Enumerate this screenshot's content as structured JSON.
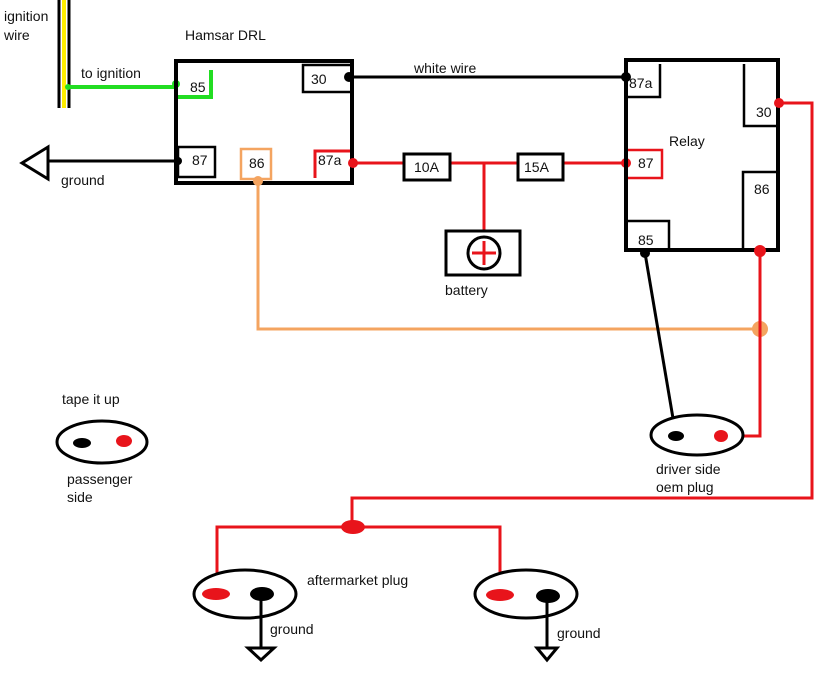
{
  "labels": {
    "ignition_wire_line1": "ignition",
    "ignition_wire_line2": "wire",
    "to_ignition": "to ignition",
    "hamsar_drl": "Hamsar DRL",
    "white_wire": "white wire",
    "ground_left": "ground",
    "relay": "Relay",
    "battery": "battery",
    "tape_it_up": "tape it up",
    "passenger_line1": "passenger",
    "passenger_line2": "side",
    "driver_line1": "driver side",
    "driver_line2": "oem plug",
    "aftermarket_plug": "aftermarket plug",
    "ground_plug1": "ground",
    "ground_plug2": "ground"
  },
  "drl_pins": {
    "p85": "85",
    "p30": "30",
    "p87": "87",
    "p86": "86",
    "p87a": "87a"
  },
  "relay_pins": {
    "p87a": "87a",
    "p30": "30",
    "p87": "87",
    "p86": "86",
    "p85": "85"
  },
  "fuses": {
    "fuse1": "10A",
    "fuse2": "15A"
  },
  "colors": {
    "red": "#e8141b",
    "black": "#000000",
    "green": "#22dd22",
    "orange": "#f4a460",
    "yellow": "#ffee00"
  }
}
